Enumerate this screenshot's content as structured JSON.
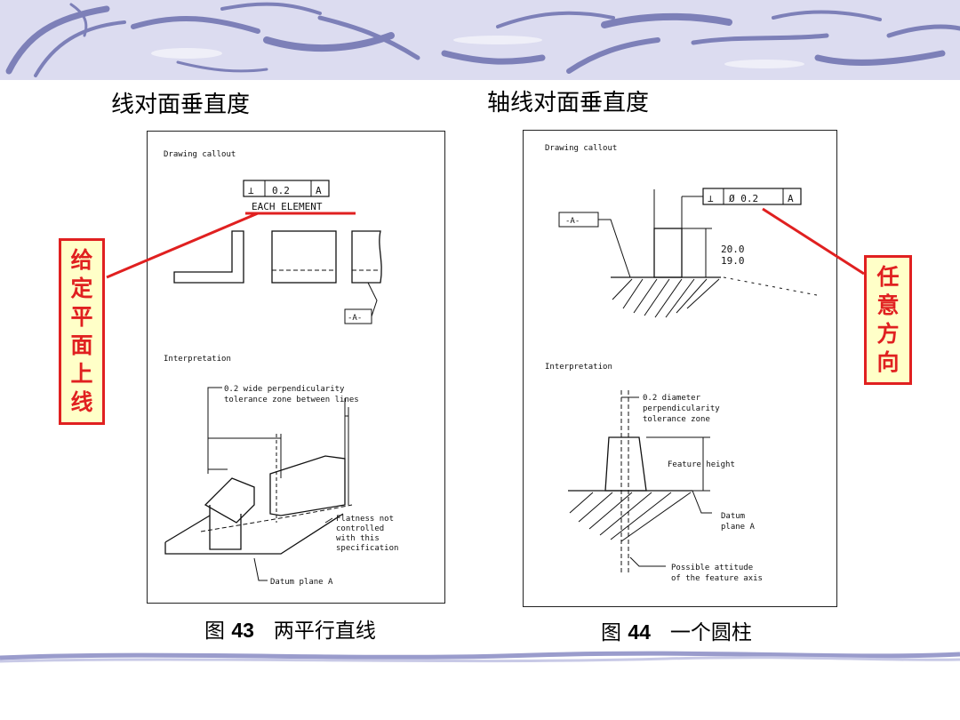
{
  "slide": {
    "left_title": "线对面垂直度",
    "right_title": "轴线对面垂直度"
  },
  "figure_43": {
    "caption_prefix": "图",
    "caption_number": "43",
    "caption_text": "两平行直线",
    "drawing_callout_label": "Drawing callout",
    "fcf_symbol": "⊥",
    "fcf_tolerance": "0.2",
    "fcf_datum": "A",
    "each_element": "EACH ELEMENT",
    "datum_tag": "-A-",
    "interpretation_label": "Interpretation",
    "zone_note_line1": "0.2 wide perpendicularity",
    "zone_note_line2": "tolerance zone between lines",
    "flatness_line1": "Flatness not",
    "flatness_line2": "controlled",
    "flatness_line3": "with this",
    "flatness_line4": "specification",
    "datum_plane": "Datum plane A"
  },
  "figure_44": {
    "caption_prefix": "图",
    "caption_number": "44",
    "caption_text": "一个圆柱",
    "drawing_callout_label": "Drawing callout",
    "fcf_symbol": "⊥",
    "fcf_tolerance": "Ø 0.2",
    "fcf_datum": "A",
    "datum_tag": "-A-",
    "dim_upper": "20.0",
    "dim_lower": "19.0",
    "interpretation_label": "Interpretation",
    "zone_note_line1": "0.2 diameter",
    "zone_note_line2": "perpendicularity",
    "zone_note_line3": "tolerance zone",
    "feature_height": "Feature height",
    "datum_line1": "Datum",
    "datum_line2": "plane A",
    "attitude_line1": "Possible attitude",
    "attitude_line2": "of the feature axis"
  },
  "callouts": {
    "left_chars": [
      "给",
      "定",
      "平",
      "面",
      "上",
      "线"
    ],
    "right_chars": [
      "任",
      "意",
      "方",
      "向"
    ]
  },
  "colors": {
    "accent_red": "#e02020",
    "callout_fill": "#ffffc8",
    "banner_bg": "#dcdcf0",
    "banner_stroke": "#7d80b8"
  }
}
